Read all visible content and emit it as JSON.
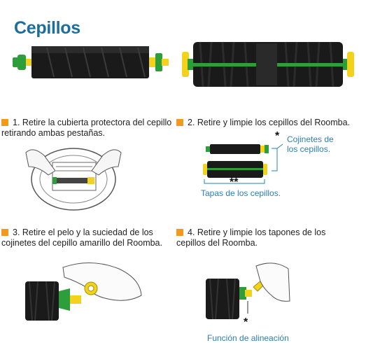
{
  "title": "Cepillos",
  "steps": [
    {
      "line1": "1. Retire la cubierta protectora del cepillo",
      "line2": "retirando ambas pestañas."
    },
    {
      "line1": "2. Retire y limpie los cepillos del Roomba.",
      "line2": ""
    },
    {
      "line1": "3. Retire el pelo y la suciedad de los",
      "line2": "cojinetes del  cepillo amarillo del Roomba."
    },
    {
      "line1": "4. Retire y limpie los tapones de los",
      "line2": "cepillos del Roomba."
    }
  ],
  "notes": {
    "bearings": {
      "line1": "Cojinetes de",
      "line2": "los cepillos."
    },
    "caps": "Tapas de los cepillos.",
    "alignment": "Función de alineación",
    "single_star": "*",
    "double_star": "**",
    "step4_star": "*"
  },
  "colors": {
    "title": "#1b6e9e",
    "bullet": "#f39a1e",
    "note": "#2a7fb5",
    "brush_yellow": "#f2d21b",
    "brush_green": "#2e9e3a"
  }
}
